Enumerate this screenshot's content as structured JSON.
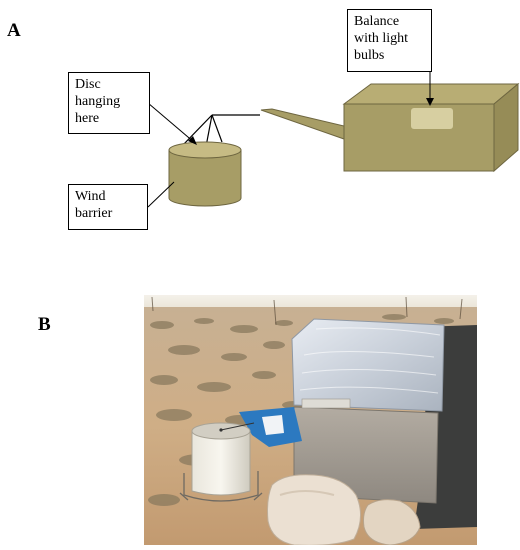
{
  "panel_a": {
    "label": "A",
    "callouts": {
      "disc": "Disc hanging here",
      "wind_barrier": "Wind barrier",
      "balance": "Balance with light bulbs"
    }
  },
  "panel_b": {
    "label": "B"
  },
  "colors": {
    "olive_face": "#a79d66",
    "olive_top": "#b8ad74",
    "olive_side": "#968c57",
    "stroke": "#6e6640",
    "window": "#d7cfa1"
  }
}
